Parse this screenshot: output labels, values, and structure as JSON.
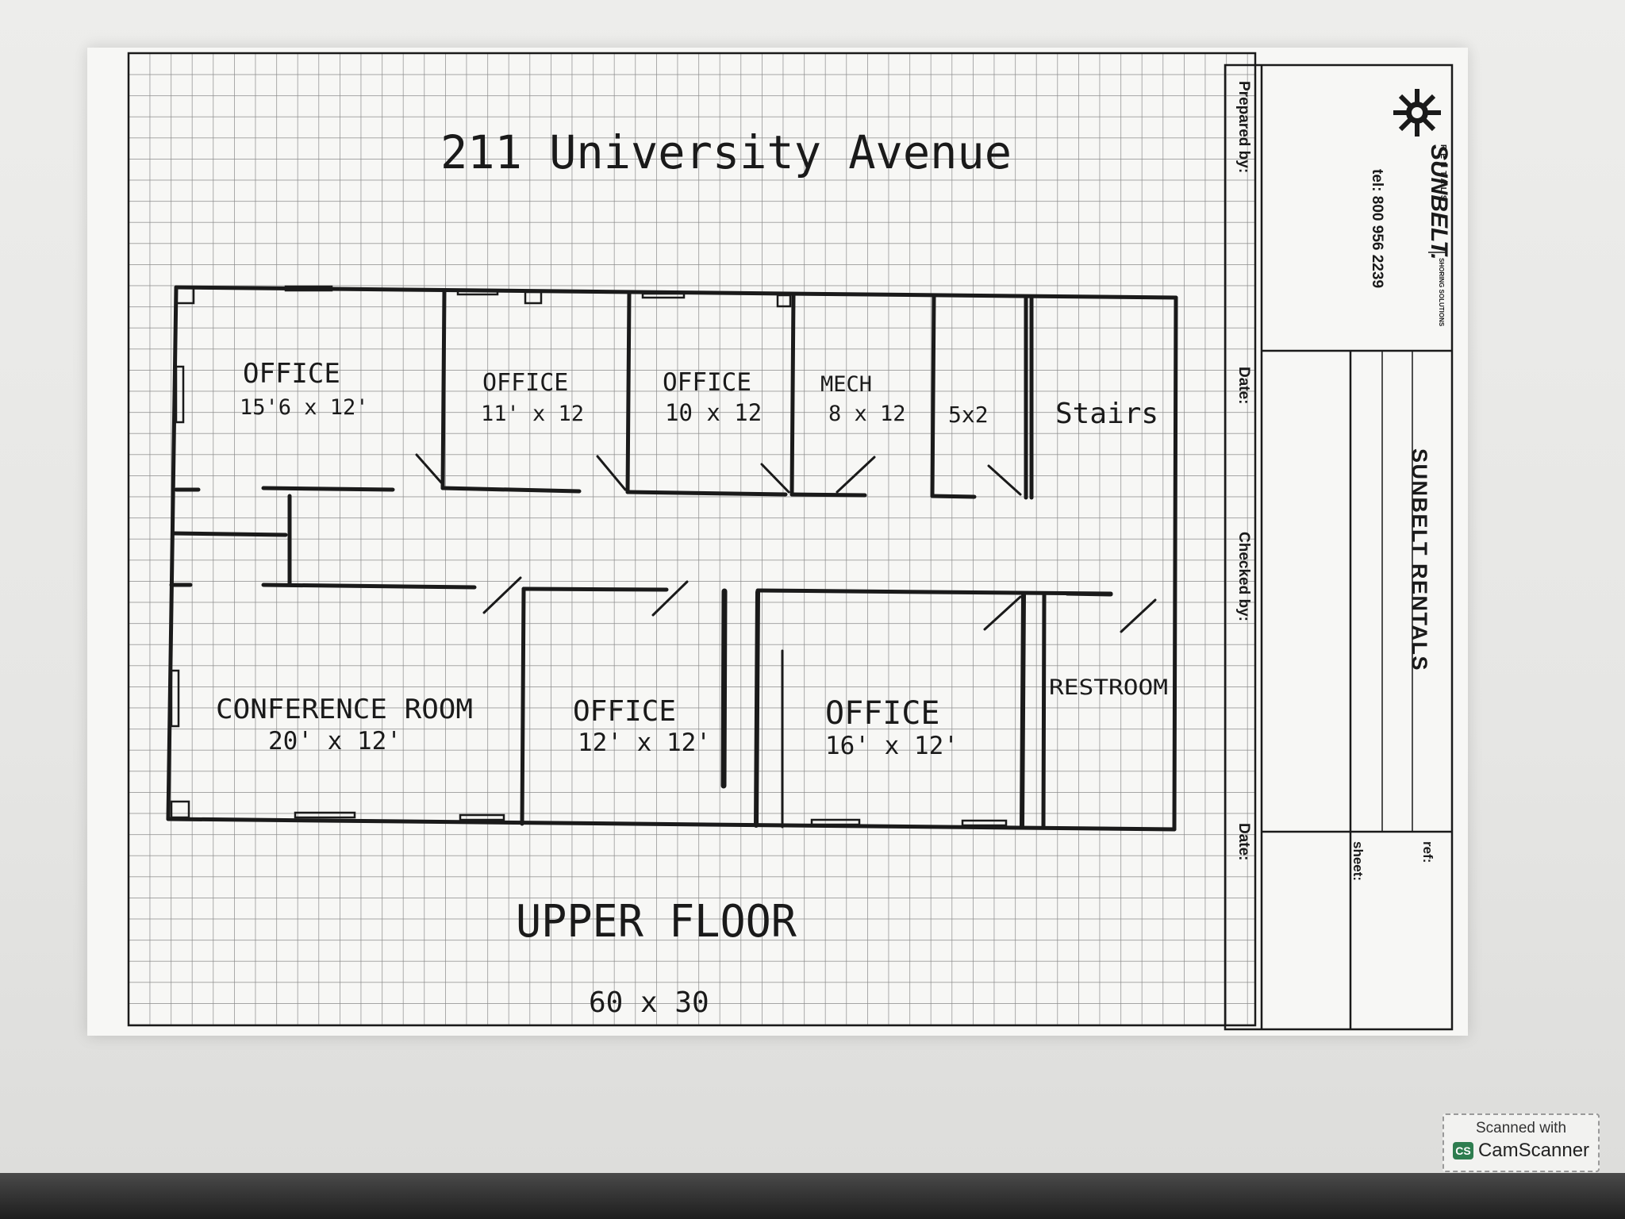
{
  "title": "211 University Avenue",
  "floor_label": "UPPER FLOOR",
  "floor_size": "60 x 30",
  "rooms": [
    {
      "id": "office-1",
      "name": "OFFICE",
      "size": "15'6 x 12'"
    },
    {
      "id": "office-2",
      "name": "OFFICE",
      "size": "11' x 12"
    },
    {
      "id": "office-3",
      "name": "OFFICE",
      "size": "10 x 12"
    },
    {
      "id": "mech",
      "name": "MECH",
      "size": "8 x 12"
    },
    {
      "id": "closet",
      "name": "",
      "size": "5x2"
    },
    {
      "id": "stairs",
      "name": "Stairs",
      "size": ""
    },
    {
      "id": "conference",
      "name": "CONFERENCE ROOM",
      "size": "20' x 12'"
    },
    {
      "id": "office-4",
      "name": "OFFICE",
      "size": "12' x 12'"
    },
    {
      "id": "office-5",
      "name": "OFFICE",
      "size": "16' x 12'"
    },
    {
      "id": "restroom",
      "name": "RESTROOM",
      "size": ""
    }
  ],
  "title_block": {
    "company": "SUNBELT RENTALS",
    "logo_text": "SUNBELT.",
    "logo_sub": "RENTALS",
    "logo_tag": "SHORING SOLUTIONS",
    "tel": "tel: 800 956 2239",
    "prepared_by": "Prepared by:",
    "date1": "Date:",
    "checked_by": "Checked by:",
    "date2": "Date:",
    "sheet": "sheet:",
    "ref": "ref:"
  },
  "watermark": {
    "top": "Scanned with",
    "bottom": "CamScanner",
    "logo": "CS"
  },
  "colors": {
    "ink": "#1a1a1a",
    "grid": "#8a8a8a",
    "paper": "#f7f7f5",
    "camscanner_green": "#2e7d4f"
  }
}
